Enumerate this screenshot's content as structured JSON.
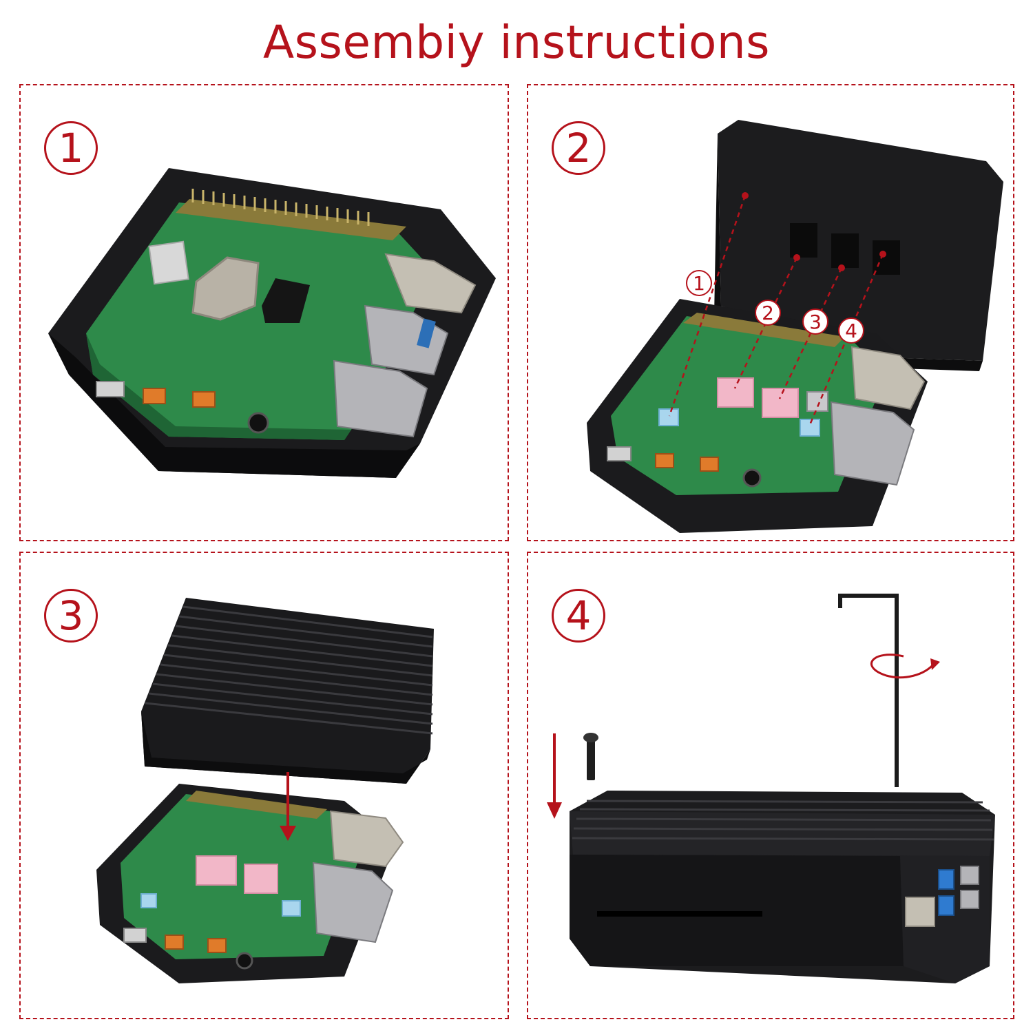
{
  "title": "Assembiy instructions",
  "accent_color": "#b5121b",
  "steps": [
    {
      "number": "1"
    },
    {
      "number": "2",
      "callouts": [
        "1",
        "2",
        "3",
        "4"
      ]
    },
    {
      "number": "3"
    },
    {
      "number": "4"
    }
  ]
}
